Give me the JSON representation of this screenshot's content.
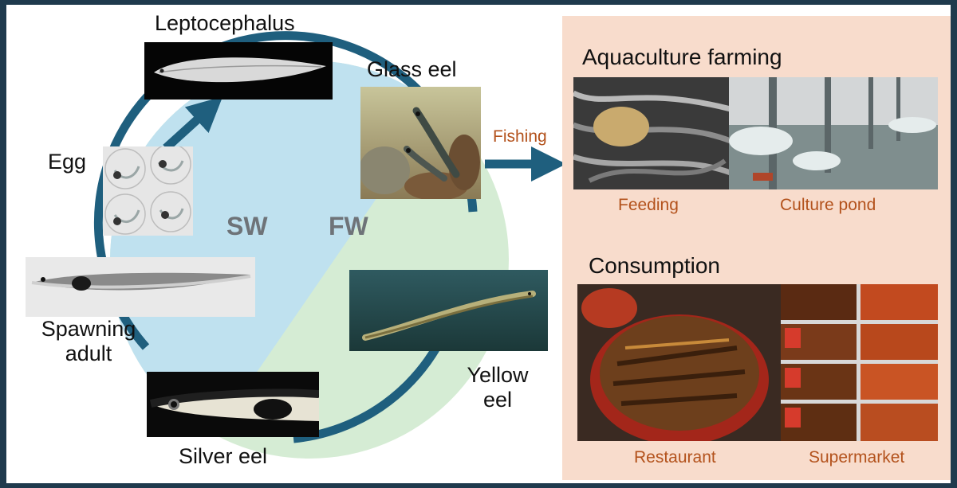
{
  "stages": {
    "leptocephalus": "Leptocephalus",
    "glass_eel": "Glass eel",
    "egg": "Egg",
    "spawning_adult_line1": "Spawning",
    "spawning_adult_line2": "adult",
    "silver_eel": "Silver eel",
    "yellow_eel_line1": "Yellow",
    "yellow_eel_line2": "eel"
  },
  "zones": {
    "sea_water": "SW",
    "fresh_water": "FW"
  },
  "flow": {
    "fishing": "Fishing"
  },
  "farming": {
    "title": "Aquaculture farming",
    "feeding": "Feeding",
    "culture_pond": "Culture pond"
  },
  "consumption": {
    "title": "Consumption",
    "restaurant": "Restaurant",
    "supermarket": "Supermarket"
  },
  "colors": {
    "sea_water_fill": "#bfe1ef",
    "fresh_water_fill": "#d5ecd4",
    "cycle_arrow": "#1f5f7e",
    "panel_bg": "#f8dccc",
    "caption_orange": "#b3521c",
    "frame": "#1f3a4d"
  }
}
